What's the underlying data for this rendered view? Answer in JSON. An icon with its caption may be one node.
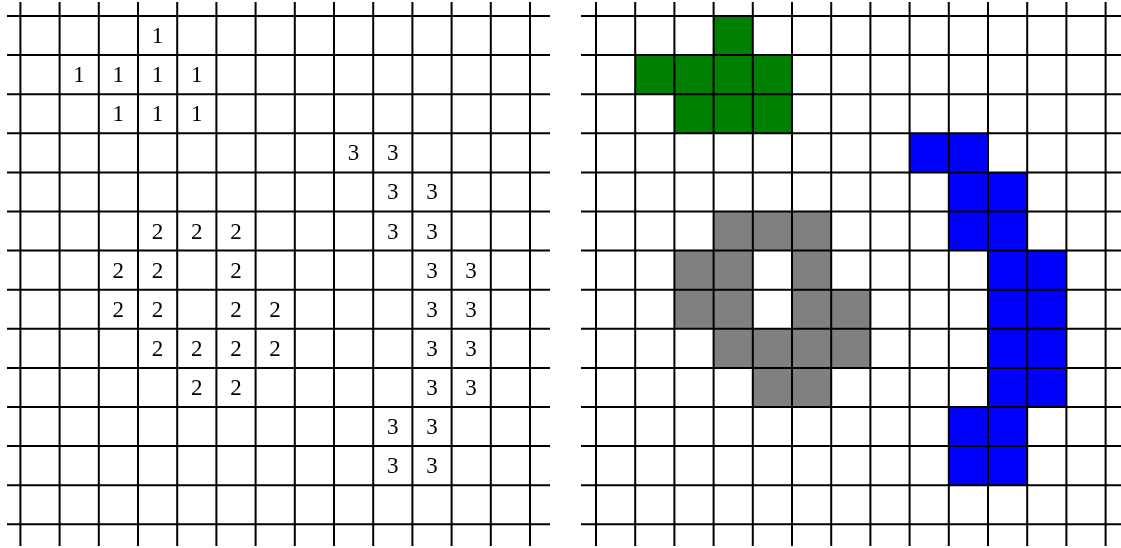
{
  "diagram": {
    "labels": [
      "1",
      "1",
      "1",
      "1",
      "1",
      "1",
      "1",
      "1",
      "3",
      "3",
      "3",
      "3",
      "2",
      "2",
      "2",
      "3",
      "3",
      "2",
      "2",
      "2",
      "3",
      "3",
      "2",
      "2",
      "2",
      "2",
      "3",
      "3",
      "2",
      "2",
      "2",
      "2",
      "3",
      "3",
      "2",
      "2",
      "3",
      "3",
      "3",
      "3",
      "3",
      "3"
    ]
  }
}
